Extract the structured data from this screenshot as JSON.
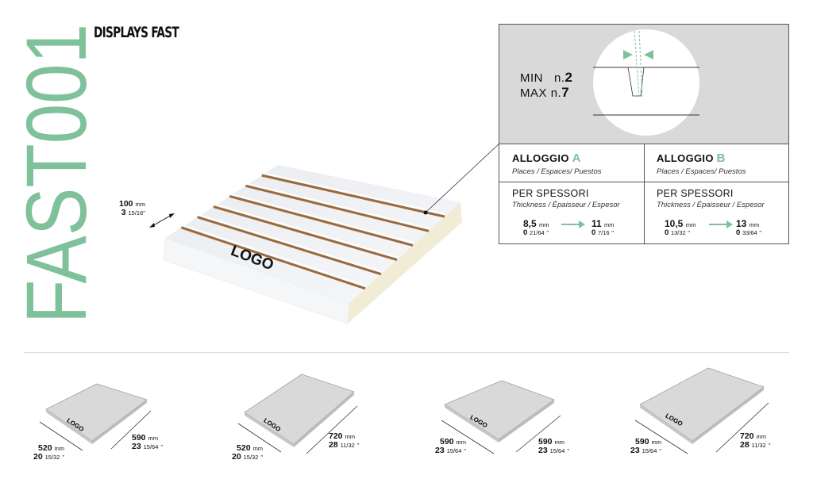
{
  "brand": {
    "vertical_title": "FAST001",
    "tagline": "DISPLAYS FAST"
  },
  "colors": {
    "accent": "#7ec19a",
    "panel_grey": "#d9d9d9",
    "board": "#f2f3f5",
    "slot": "#9a6a3e"
  },
  "main_board": {
    "logo": "LOGO",
    "depth": {
      "mm_value": "100",
      "mm_unit": "mm",
      "inch_value": "3",
      "inch_frac": "15/16",
      "inch_unit": "\""
    }
  },
  "spec": {
    "min_label": "MIN",
    "min_value_prefix": "n.",
    "min_value": "2",
    "max_label": "MAX",
    "max_value_prefix": "n.",
    "max_value": "7",
    "housing_a": {
      "title": "ALLOGGIO",
      "letter": "A",
      "subtitle": "Places / Espaces/ Puestos",
      "thick_title": "PER SPESSORI",
      "thick_subtitle": "Thickness / Épaisseur / Espesor",
      "from_mm": "8,5",
      "from_in": "0",
      "from_frac": "21/64",
      "to_mm": "11",
      "to_in": "0",
      "to_frac": "7/16",
      "mm_unit": "mm",
      "in_unit": "\""
    },
    "housing_b": {
      "title": "ALLOGGIO",
      "letter": "B",
      "subtitle": "Places / Espaces/ Puestos",
      "thick_title": "PER SPESSORI",
      "thick_subtitle": "Thickness / Épaisseur / Espesor",
      "from_mm": "10,5",
      "from_in": "0",
      "from_frac": "13/32",
      "to_mm": "13",
      "to_in": "0",
      "to_frac": "33/64",
      "mm_unit": "mm",
      "in_unit": "\""
    }
  },
  "variants": [
    {
      "logo": "LOGO",
      "w_mm": "520",
      "w_in": "20",
      "w_frac": "15/32",
      "h_mm": "590",
      "h_in": "23",
      "h_frac": "15/64"
    },
    {
      "logo": "LOGO",
      "w_mm": "520",
      "w_in": "20",
      "w_frac": "15/32",
      "h_mm": "720",
      "h_in": "28",
      "h_frac": "11/32"
    },
    {
      "logo": "LOGO",
      "w_mm": "590",
      "w_in": "23",
      "w_frac": "15/64",
      "h_mm": "590",
      "h_in": "23",
      "h_frac": "15/64"
    },
    {
      "logo": "LOGO",
      "w_mm": "590",
      "w_in": "23",
      "w_frac": "15/64",
      "h_mm": "720",
      "h_in": "28",
      "h_frac": "11/32"
    }
  ],
  "units": {
    "mm": "mm",
    "inch": "\""
  }
}
